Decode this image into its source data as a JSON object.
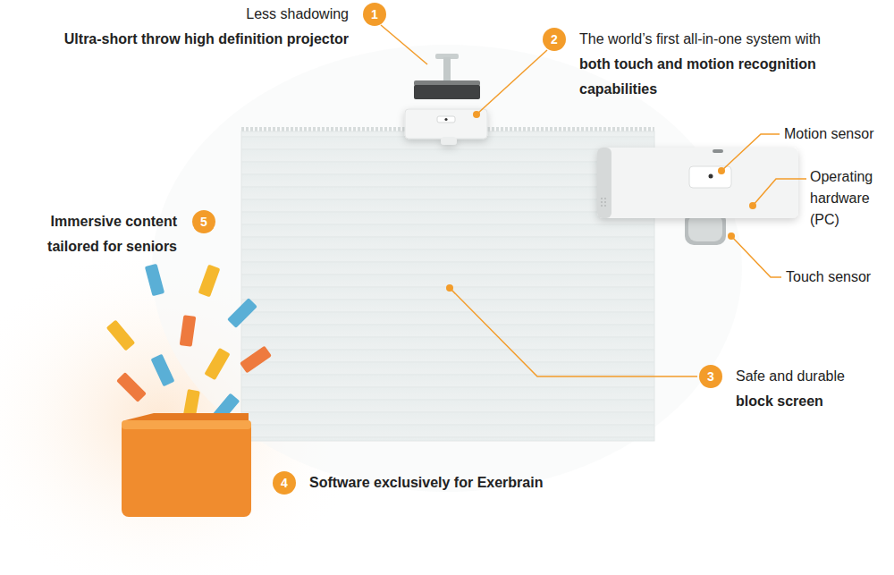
{
  "diagram": {
    "labels": [
      "Less shadowing",
      "1",
      "Ultra-short throw high definition projector",
      "2",
      "The world’s first all-in-one system with",
      "both touch and motion recognition capabilities",
      "Motion sensor",
      "Operating hardware (PC)",
      "Touch sensor",
      "3",
      "Safe and durable",
      "block screen",
      "5",
      "Immersive content tailored for seniors",
      "4",
      "Software exclusively for Exerbrain"
    ]
  }
}
